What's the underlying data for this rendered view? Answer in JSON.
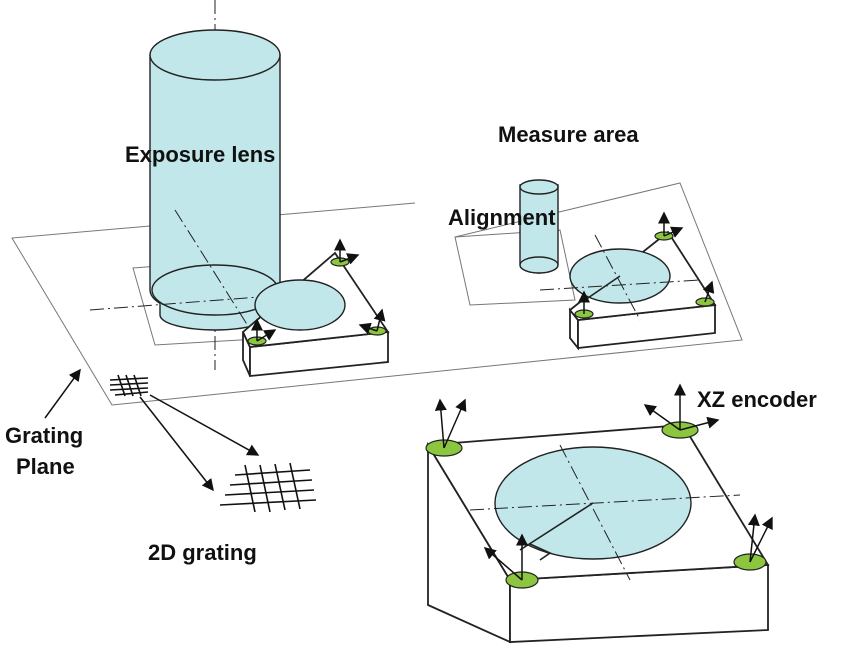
{
  "labels": {
    "exposure_lens": "Exposure lens",
    "measure_area": "Measure area",
    "alignment": "Alignment",
    "grating_plane_line1": "Grating",
    "grating_plane_line2": "Plane",
    "grating_2d": "2D grating",
    "xz_encoder": "XZ encoder"
  },
  "colors": {
    "optics_fill": "#c2e7ea",
    "encoder_pad": "#8cc63f"
  }
}
